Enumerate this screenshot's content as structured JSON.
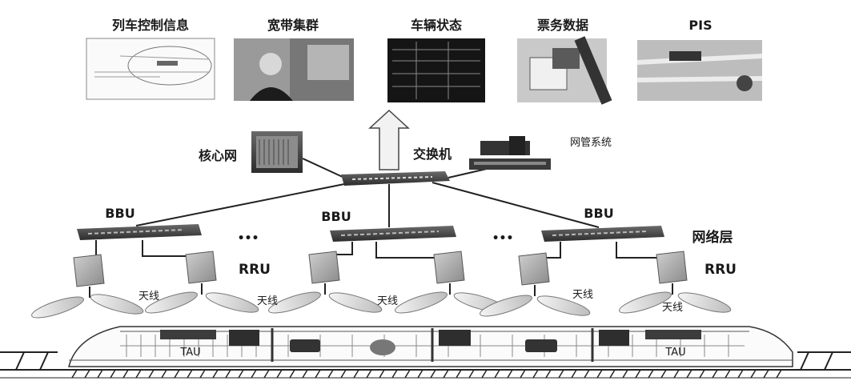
{
  "top_sources": [
    {
      "label": "列车控制信息",
      "icon": "track-map-icon"
    },
    {
      "label": "宽带集群",
      "icon": "dispatcher-photo"
    },
    {
      "label": "车辆状态",
      "icon": "status-monitor-screen"
    },
    {
      "label": "票务数据",
      "icon": "ticket-machine-photo"
    },
    {
      "label": "PIS",
      "icon": "passenger-info-photo"
    }
  ],
  "core_network_label": "核心网",
  "switch_label": "交换机",
  "nms_label": "网管系统",
  "bbu_labels": [
    "BBU",
    "BBU",
    "BBU"
  ],
  "ellipsis": [
    "•••",
    "•••"
  ],
  "network_layer_label": "网络层",
  "rru_labels": [
    "RRU",
    "RRU"
  ],
  "antenna_labels": [
    "天线",
    "天线",
    "天线",
    "天线",
    "天线"
  ],
  "tau_labels": [
    "TAU",
    "TAU"
  ],
  "colors": {
    "line": "#222222",
    "device": "#3a3a3a",
    "arrow_fill": "#f2f2f2"
  }
}
